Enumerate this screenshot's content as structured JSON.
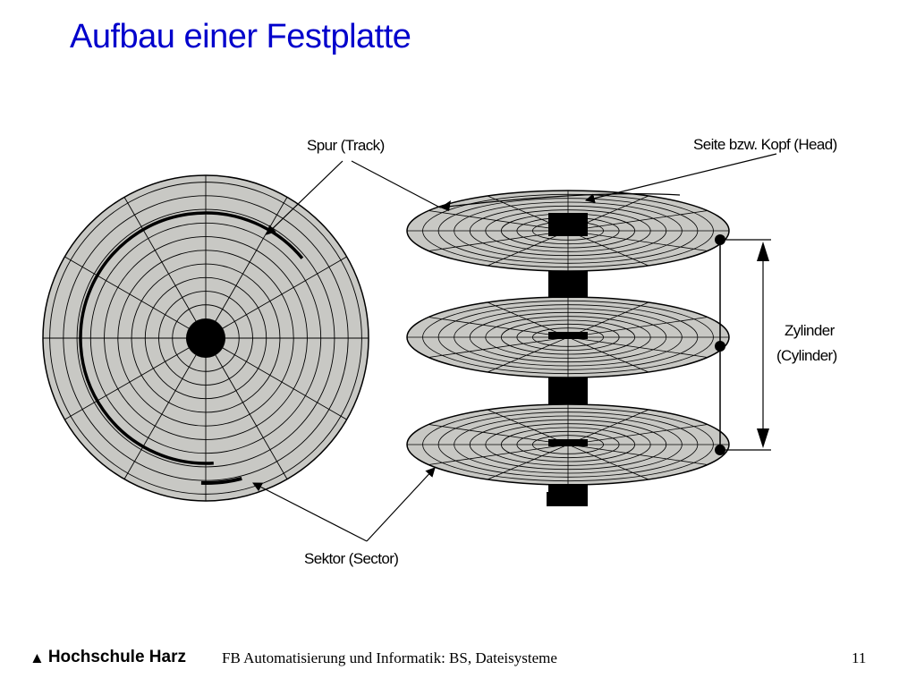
{
  "slide": {
    "title": "Aufbau einer Festplatte"
  },
  "diagram": {
    "labels": {
      "track": "Spur (Track)",
      "head": "Seite bzw. Kopf (Head)",
      "cylinder_line1": "Zylinder",
      "cylinder_line2": "(Cylinder)",
      "sector": "Sektor (Sector)"
    },
    "colors": {
      "platter_fill": "#c8c8c4",
      "line": "#000000"
    }
  },
  "footer": {
    "logo": "Hochschule Harz",
    "logo_icon": "triangle-icon",
    "course": "FB Automatisierung und Informatik: BS, Dateisysteme",
    "page_number": "11"
  }
}
